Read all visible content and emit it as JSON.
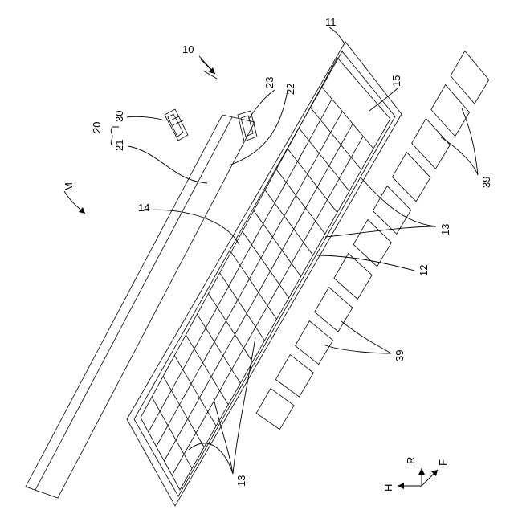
{
  "figure": {
    "ref_labels": {
      "assembly": "10",
      "outer_frame": "11",
      "inner_frame": "12",
      "cells": "13",
      "window_panel": "14",
      "corner_marking": "15",
      "module_group": "20",
      "strip": "21",
      "strip_edge": "22",
      "small_block": "23",
      "connector": "30",
      "tiles": "39"
    },
    "direction_labels": {
      "view": "M",
      "h_axis": "H",
      "r_axis": "R",
      "f_axis": "F"
    }
  }
}
